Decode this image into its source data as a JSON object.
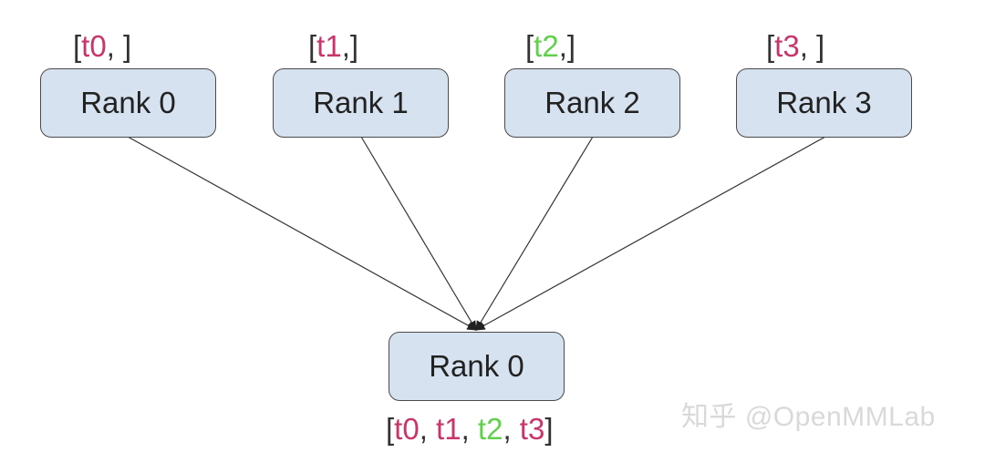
{
  "nodes": {
    "rank0": {
      "label": "Rank 0",
      "tag_open": "[",
      "tag_value": "t0",
      "tag_close": ", ]"
    },
    "rank1": {
      "label": "Rank 1",
      "tag_open": "[",
      "tag_value": "t1",
      "tag_close": ",]"
    },
    "rank2": {
      "label": "Rank 2",
      "tag_open": "[",
      "tag_value": "t2",
      "tag_close": ",]"
    },
    "rank3": {
      "label": "Rank 3",
      "tag_open": "[",
      "tag_value": "t3",
      "tag_close": ", ]"
    },
    "target": {
      "label": "Rank 0"
    }
  },
  "result": {
    "open": "[",
    "items": [
      "t0",
      "t1",
      "t2",
      "t3"
    ],
    "sep": ", ",
    "close": "]"
  },
  "colors": {
    "red_tensor": "#c8356a",
    "green_tensor": "#5fd14a",
    "box_fill": "#d6e2ef"
  },
  "watermark": "知乎 @OpenMMLab"
}
